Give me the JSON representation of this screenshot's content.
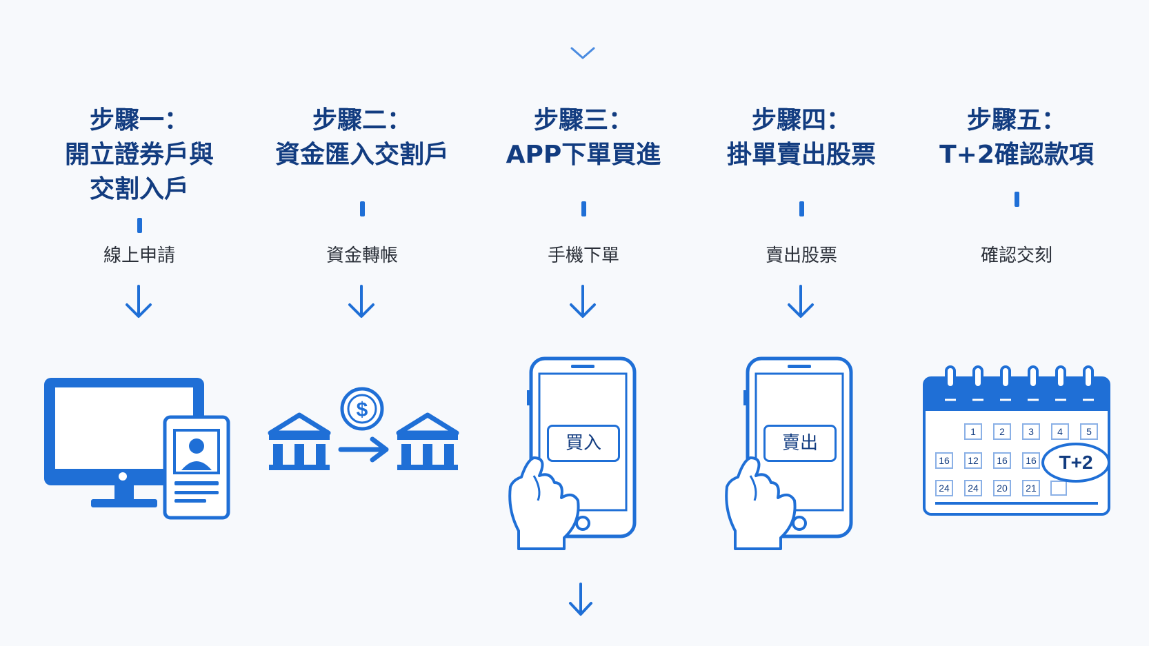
{
  "steps": [
    {
      "title": "步驟一：\n開立證券戶與\n交割入戶",
      "label": "線上申請"
    },
    {
      "title": "步驟二：\n資金匯入交割戶",
      "label": "資金轉帳"
    },
    {
      "title": "步驟三：\nAPP下單買進",
      "label": "手機下單"
    },
    {
      "title": "步驟四：\n掛單賣出股票",
      "label": "賣出股票"
    },
    {
      "title": "步驟五：\nT+2確認款項",
      "label": "確認交刻"
    }
  ],
  "phone_buy_label": "買入",
  "phone_sell_label": "賣出",
  "calendar": {
    "row1": [
      "1",
      "2",
      "3",
      "4",
      "5"
    ],
    "row2": [
      "16",
      "12",
      "16",
      "16"
    ],
    "row3": [
      "24",
      "24",
      "20",
      "21"
    ],
    "badge": "T+2"
  },
  "colors": {
    "primary": "#1f6fd6",
    "title": "#123c80"
  },
  "icons": [
    "chevron-down-icon",
    "arrow-down-icon",
    "computer-icon",
    "id-card-icon",
    "bank-icon",
    "dollar-coin-icon",
    "arrow-right-icon",
    "smartphone-icon",
    "hand-icon",
    "calendar-icon"
  ]
}
